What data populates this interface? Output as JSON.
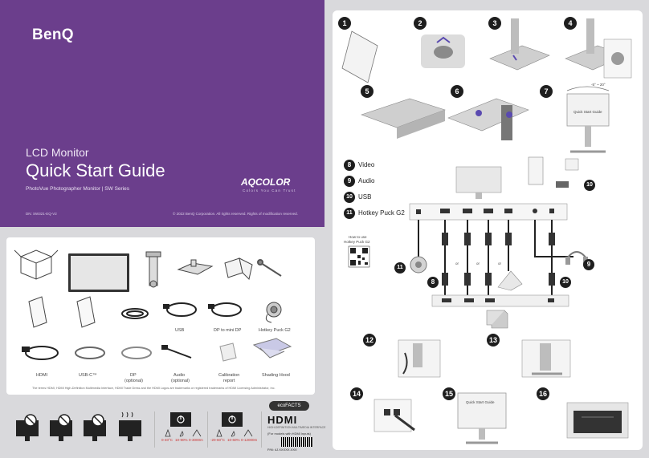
{
  "cover": {
    "brand": "BenQ",
    "product_type": "LCD Monitor",
    "title": "Quick Start Guide",
    "subtitle": "PhotoVue Photographer Monitor  |  SW Series",
    "logo_main": "AQCOLOR",
    "logo_tagline": "Colors You Can Trust",
    "doc_number": "DN: SW321-EQ-V2",
    "copyright": "© 2022 BenQ Corporation. All rights reserved. Rights of modification reserved."
  },
  "contents": {
    "labels": {
      "usb": "USB",
      "dp_minidp": "DP to mini DP",
      "puck": "Hotkey Puck G2",
      "hdmi": "HDMI",
      "usbc": "USB-C™",
      "dp": "DP",
      "dp_opt": "(optional)",
      "audio": "Audio",
      "audio_opt": "(optional)",
      "calib": "Calibration",
      "calib2": "report",
      "hood": "Shading Hood"
    },
    "legal": "The terms HDMI, HDMI High-Definition Multimedia Interface, HDMI Trade Dress and the HDMI Logos are trademarks or registered trademarks of HDMI Licensing Administrator, Inc."
  },
  "environment": {
    "op_temp": "0-40°C",
    "op_hum": "10-90%",
    "op_alt": "0-3000m",
    "st_temp": "-20-60°C",
    "st_hum": "10-60%",
    "st_alt": "0-12000m"
  },
  "badges": {
    "ecofacts": "ecoFACTS",
    "hdmi": "HDMI",
    "hdmi_sub": "HIGH-DEFINITION MULTIMEDIA INTERFACE",
    "hdmi_note": "(For models with HDMI inputs)",
    "pn": "P/N: 4J.XXXXX.XXX"
  },
  "steps": {
    "s1": "1",
    "s2": "2",
    "s3": "3",
    "s4": "4",
    "s5": "5",
    "s6": "6",
    "s7": "7",
    "s8": "8",
    "s9": "9",
    "s10": "10",
    "s11": "11",
    "s12": "12",
    "s13": "13",
    "s14": "14",
    "s15": "15",
    "s16": "16",
    "tilt": "-5° ~ 20°",
    "qsg_sheet": "Quick Start Guide",
    "or": "or",
    "howto_line1": "How to use",
    "howto_line2": "Hotkey Puck G2"
  },
  "legend": {
    "video": "Video",
    "audio": "Audio",
    "usb": "USB",
    "puck": "Hotkey Puck G2"
  },
  "colors": {
    "cover_purple": "#6b3e8c",
    "page_bg": "#d9d9dc",
    "env_red": "#cc3333"
  }
}
